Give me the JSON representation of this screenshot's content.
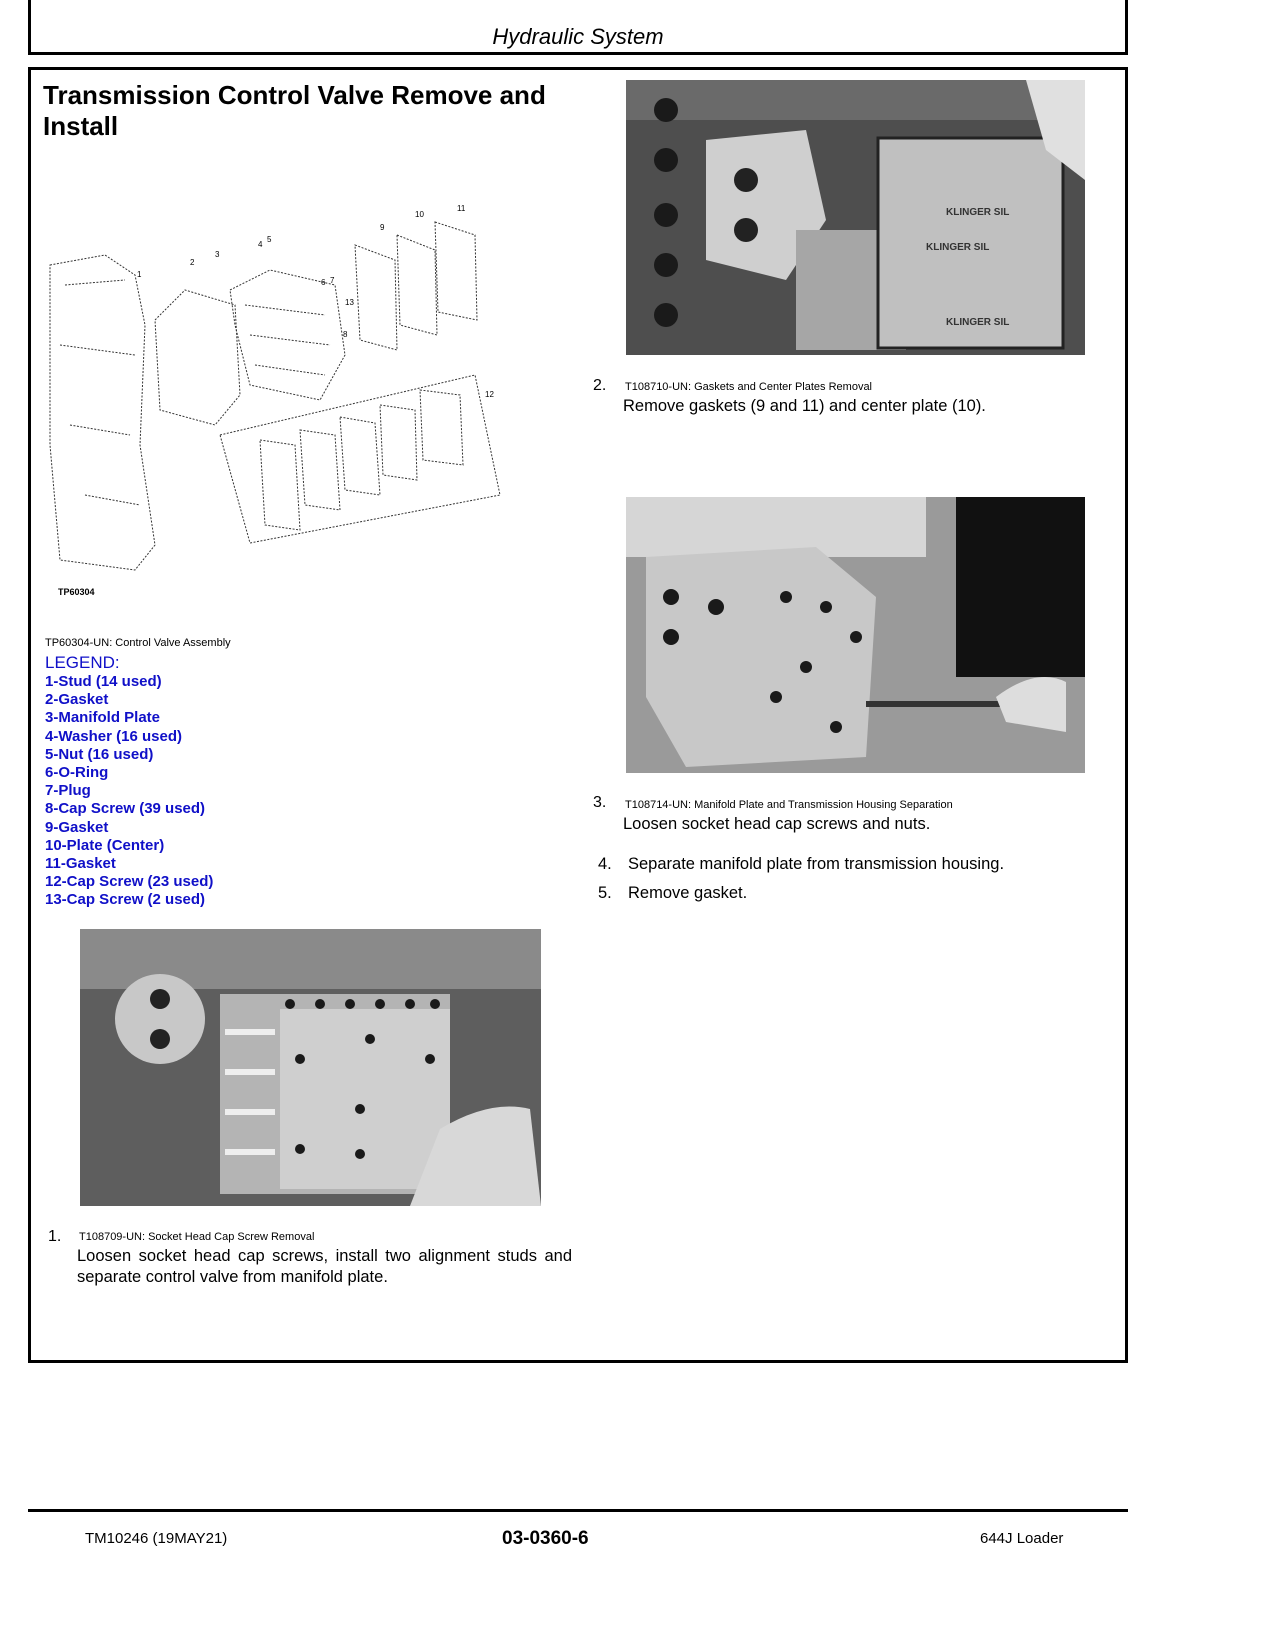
{
  "header": {
    "section_title": "Hydraulic System"
  },
  "page": {
    "title": "Transmission Control Valve Remove and Install"
  },
  "diagram": {
    "figure_id": "TP60304",
    "caption": "TP60304-UN: Control Valve Assembly",
    "callouts": [
      "1",
      "2",
      "3",
      "4",
      "5",
      "6",
      "7",
      "8",
      "9",
      "10",
      "11",
      "12",
      "13"
    ]
  },
  "legend": {
    "heading": "LEGEND:",
    "items": [
      "1-Stud (14 used)",
      "2-Gasket",
      "3-Manifold Plate",
      "4-Washer (16 used)",
      "5-Nut (16 used)",
      "6-O-Ring",
      "7-Plug",
      "8-Cap Screw (39 used)",
      "9-Gasket",
      "10-Plate (Center)",
      "11-Gasket",
      "12-Cap Screw (23 used)",
      "13-Cap Screw (2 used)"
    ],
    "color": "#1010c8"
  },
  "steps": [
    {
      "number": "1.",
      "caption": "T108709-UN: Socket Head Cap Screw Removal",
      "text": "Loosen socket head cap screws, install two alignment studs and separate control valve from manifold plate."
    },
    {
      "number": "2.",
      "caption": "T108710-UN: Gaskets and Center Plates Removal",
      "text": "Remove gaskets (9 and 11) and center plate (10)."
    },
    {
      "number": "3.",
      "caption": "T108714-UN: Manifold Plate and Transmission Housing Separation",
      "text": "Loosen socket head cap screws and nuts."
    },
    {
      "number": "4.",
      "text": "Separate manifold plate from transmission housing."
    },
    {
      "number": "5.",
      "text": "Remove gasket."
    }
  ],
  "footer": {
    "doc_id": "TM10246 (19MAY21)",
    "page_number": "03-0360-6",
    "model": "644J Loader"
  }
}
